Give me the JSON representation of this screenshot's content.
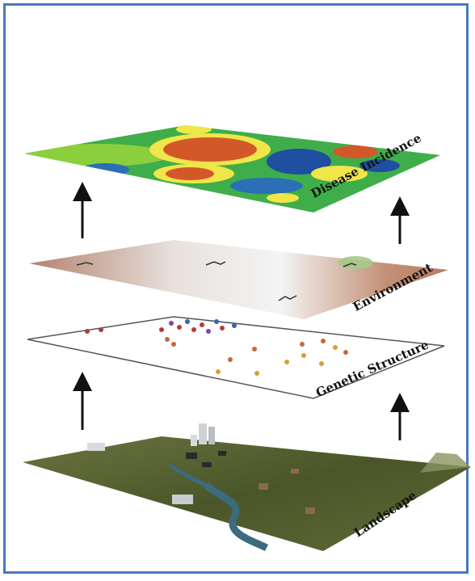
{
  "layers": {
    "disease": {
      "label": "Disease Incidence"
    },
    "environment": {
      "label": "Environment"
    },
    "genetic": {
      "label": "Genetic Structure"
    },
    "landscape": {
      "label": "Landscape"
    }
  },
  "colors": {
    "frame": "#4a78bd",
    "arrow": "#111111",
    "heat_low": "#1f4fa0",
    "heat_mid": "#2fb34a",
    "heat_high": "#d2582a",
    "heat_yellow": "#f0e64a",
    "terrain": "#4d5a2c",
    "river": "#3b6b7d"
  }
}
